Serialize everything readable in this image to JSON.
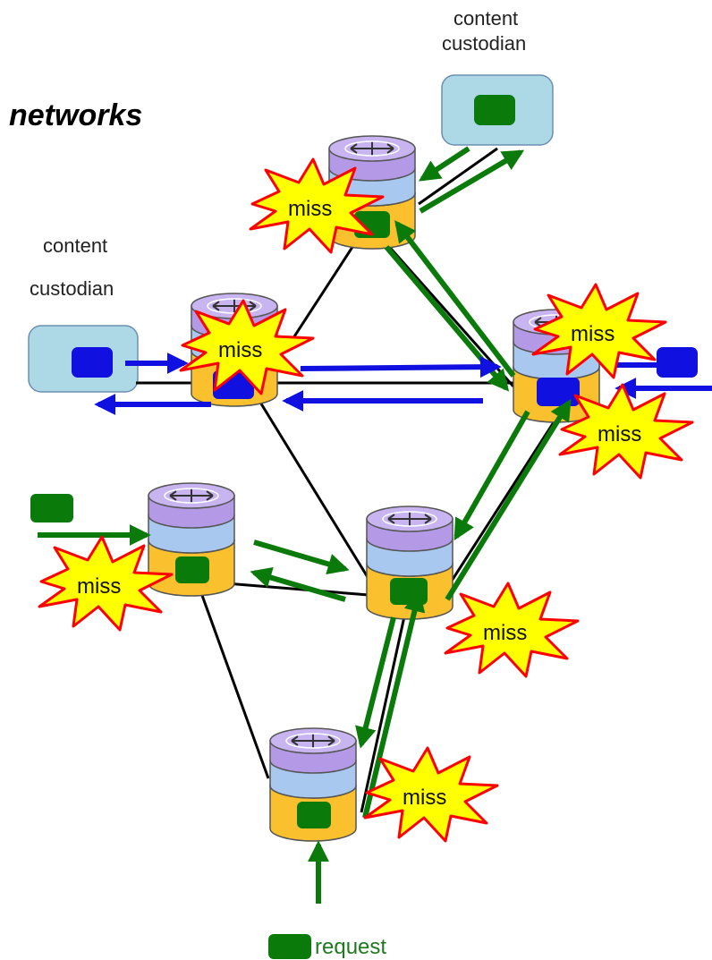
{
  "title": "networks",
  "custodian_top": {
    "line1": "content",
    "line2": "custodian"
  },
  "custodian_left": {
    "line1": "content",
    "line2": "custodian"
  },
  "miss_label": "miss",
  "request_label": "request",
  "colors": {
    "green": "#0a7a0a",
    "blue": "#1010e0",
    "router_top": "#b49ae6",
    "router_mid": "#a8c8f0",
    "router_cache": "#fbc02d",
    "custodian_box": "#add8e6",
    "burst_fill": "#ffff00",
    "burst_stroke": "#ff0000"
  }
}
